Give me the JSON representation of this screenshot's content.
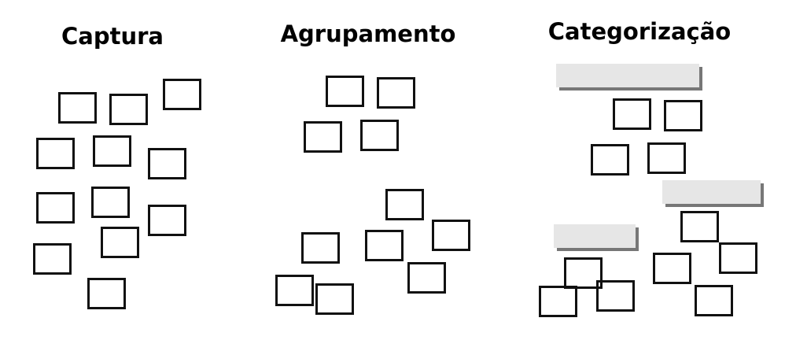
{
  "diagram": {
    "stages": [
      {
        "id": "captura",
        "title": "Captura"
      },
      {
        "id": "agrupamento",
        "title": "Agrupamento"
      },
      {
        "id": "categorizacao",
        "title": "Categorização"
      }
    ]
  }
}
